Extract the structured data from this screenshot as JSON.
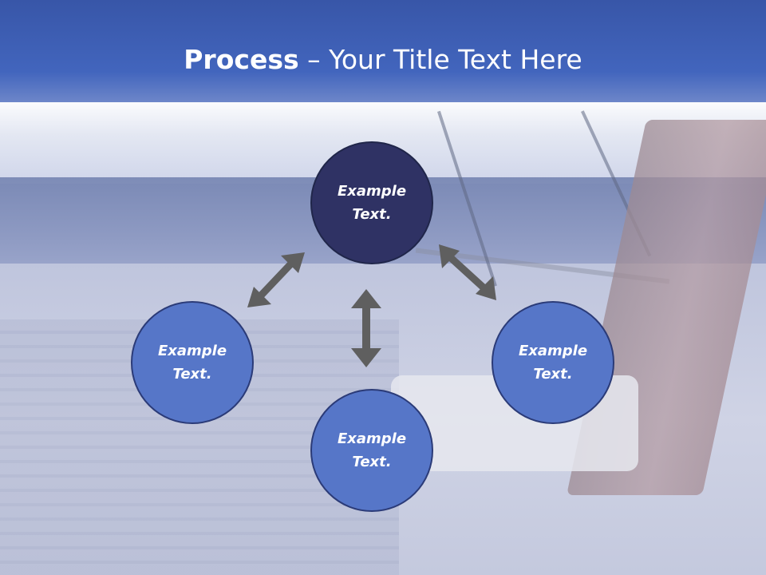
{
  "header": {
    "title_bold": "Process",
    "title_rest": " – Your Title Text Here"
  },
  "diagram": {
    "center": {
      "line1": "Example",
      "line2": "Text."
    },
    "left": {
      "line1": "Example",
      "line2": "Text."
    },
    "right": {
      "line1": "Example",
      "line2": "Text."
    },
    "bottom": {
      "line1": "Example",
      "line2": "Text."
    }
  },
  "colors": {
    "header": "#4265bd",
    "center_node": "#2f3264",
    "outer_node": "#5676c8",
    "arrow": "#5f5f5f"
  }
}
